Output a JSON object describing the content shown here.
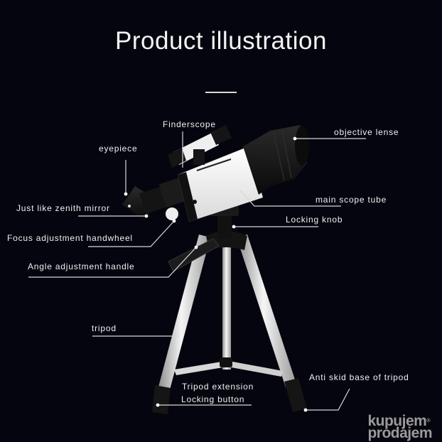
{
  "title": "Product illustration",
  "labels": {
    "finderscope": "Finderscope",
    "objective_lense": "objective lense",
    "eyepiece": "eyepiece",
    "main_scope_tube": "main scope tube",
    "zenith_mirror": "Just like zenith mirror",
    "locking_knob": "Locking knob",
    "focus_handwheel": "Focus adjustment handwheel",
    "angle_handle": "Angle adjustment handle",
    "tripod": "tripod",
    "anti_skid_base": "Anti skid base of tripod",
    "tripod_extension": "Tripod extension",
    "locking_button": "Locking button"
  },
  "watermark": {
    "line1": "kupujem",
    "line2": "prodajem",
    "mark": "®"
  },
  "colors": {
    "background": "#05050f",
    "text": "#f2f2f2",
    "tube_white": "#f4f4f4",
    "black_part": "#111111",
    "leader_line": "#d8d8d8"
  }
}
